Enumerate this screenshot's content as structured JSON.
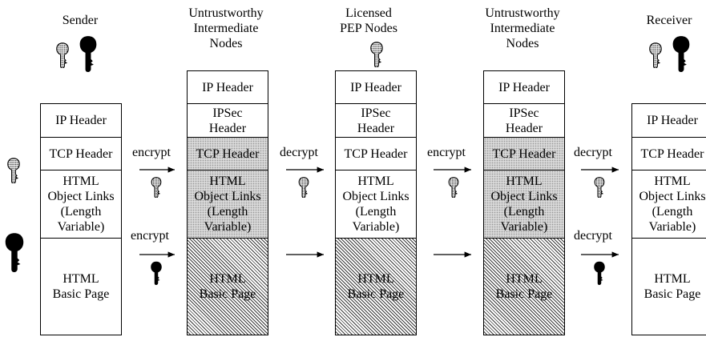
{
  "columns": {
    "sender": {
      "title": "Sender"
    },
    "untrusted_1": {
      "title": "Untrustworthy\nIntermediate\nNodes"
    },
    "licensed": {
      "title": "Licensed\nPEP Nodes"
    },
    "untrusted_2": {
      "title": "Untrustworthy\nIntermediate\nNodes"
    },
    "receiver": {
      "title": "Receiver"
    }
  },
  "packets": {
    "sender": {
      "ip_header": "IP Header",
      "tcp_header": "TCP Header",
      "links": "HTML\nObject Links\n(Length\nVariable)",
      "page": "HTML\nBasic Page"
    },
    "untrusted_1": {
      "ip_header": "IP Header",
      "ipsec_header": "IPSec\nHeader",
      "tcp_header": "TCP Header",
      "links": "HTML\nObject Links\n(Length\nVariable)",
      "page": "HTML\nBasic Page"
    },
    "licensed": {
      "ip_header": "IP Header",
      "ipsec_header": "IPSec\nHeader",
      "tcp_header": "TCP Header",
      "links": "HTML\nObject Links\n(Length\nVariable)",
      "page": "HTML\nBasic Page"
    },
    "untrusted_2": {
      "ip_header": "IP Header",
      "ipsec_header": "IPSec\nHeader",
      "tcp_header": "TCP Header",
      "links": "HTML\nObject Links\n(Length\nVariable)",
      "page": "HTML\nBasic Page"
    },
    "receiver": {
      "ip_header": "IP Header",
      "tcp_header": "TCP Header",
      "links": "HTML\nObject Links\n(Length\nVariable)",
      "page": "HTML\nBasic Page"
    }
  },
  "operations": {
    "encrypt_upper": "encrypt",
    "encrypt_lower": "encrypt",
    "decrypt_upper": "decrypt",
    "encrypt_upper_2": "encrypt",
    "decrypt_upper_2": "decrypt",
    "decrypt_lower_2": "decrypt"
  },
  "icons": {
    "key_light": "dotted-key-icon",
    "key_dark": "solid-key-icon"
  },
  "colors": {
    "encrypted_header_fill": "#d9d9d9",
    "encrypted_page_hatch": "#3a3a3a"
  }
}
